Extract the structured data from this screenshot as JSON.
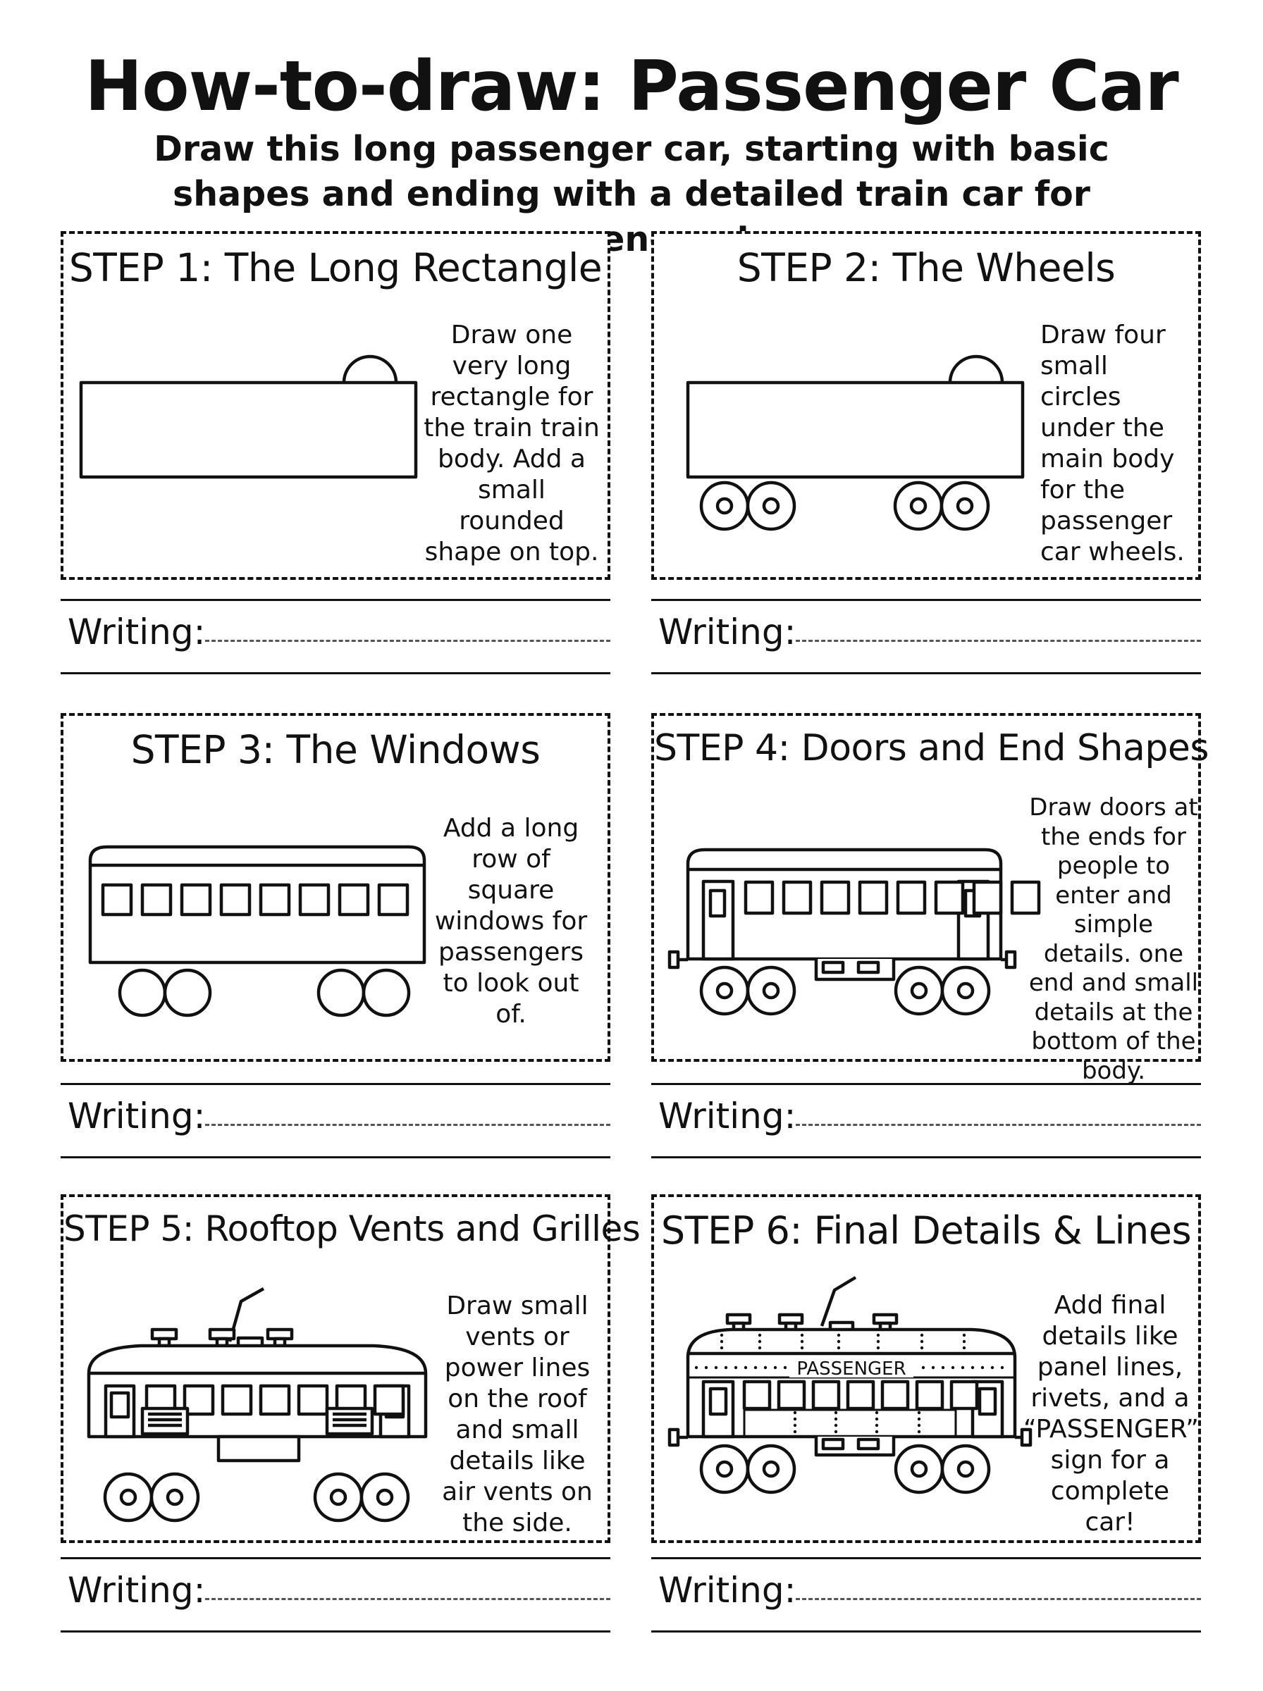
{
  "header": {
    "title": "How-to-draw: Passenger Car",
    "subtitle": "Draw this long passenger car, starting with basic shapes and ending with a detailed train car for passengers!"
  },
  "steps": [
    {
      "title": "STEP 1: The Long Rectangle",
      "description": "Draw one very long rectangle for the train train body. Add a small rounded shape on top."
    },
    {
      "title": "STEP 2: The Wheels",
      "description": "Draw four small circles under the main body for the passenger car wheels."
    },
    {
      "title": "STEP 3: The Windows",
      "description": "Add a long row of square windows for passengers to look out of."
    },
    {
      "title": "STEP 4: Doors and End Shapes",
      "description": "Draw doors at the ends for people to enter and simple details. one end and small details at the bottom of the body."
    },
    {
      "title": "STEP 5: Rooftop Vents and Grilles",
      "description": "Draw small vents or power lines on the roof and small details like air vents on the side."
    },
    {
      "title": "STEP 6: Final Details & Lines",
      "description": "Add final details like panel lines, rivets, and a “PASSENGER” sign for a complete car!"
    }
  ],
  "writing_label": "Writing:",
  "drawing": {
    "sign_text": "PASSENGER",
    "line_color": "#111111"
  }
}
